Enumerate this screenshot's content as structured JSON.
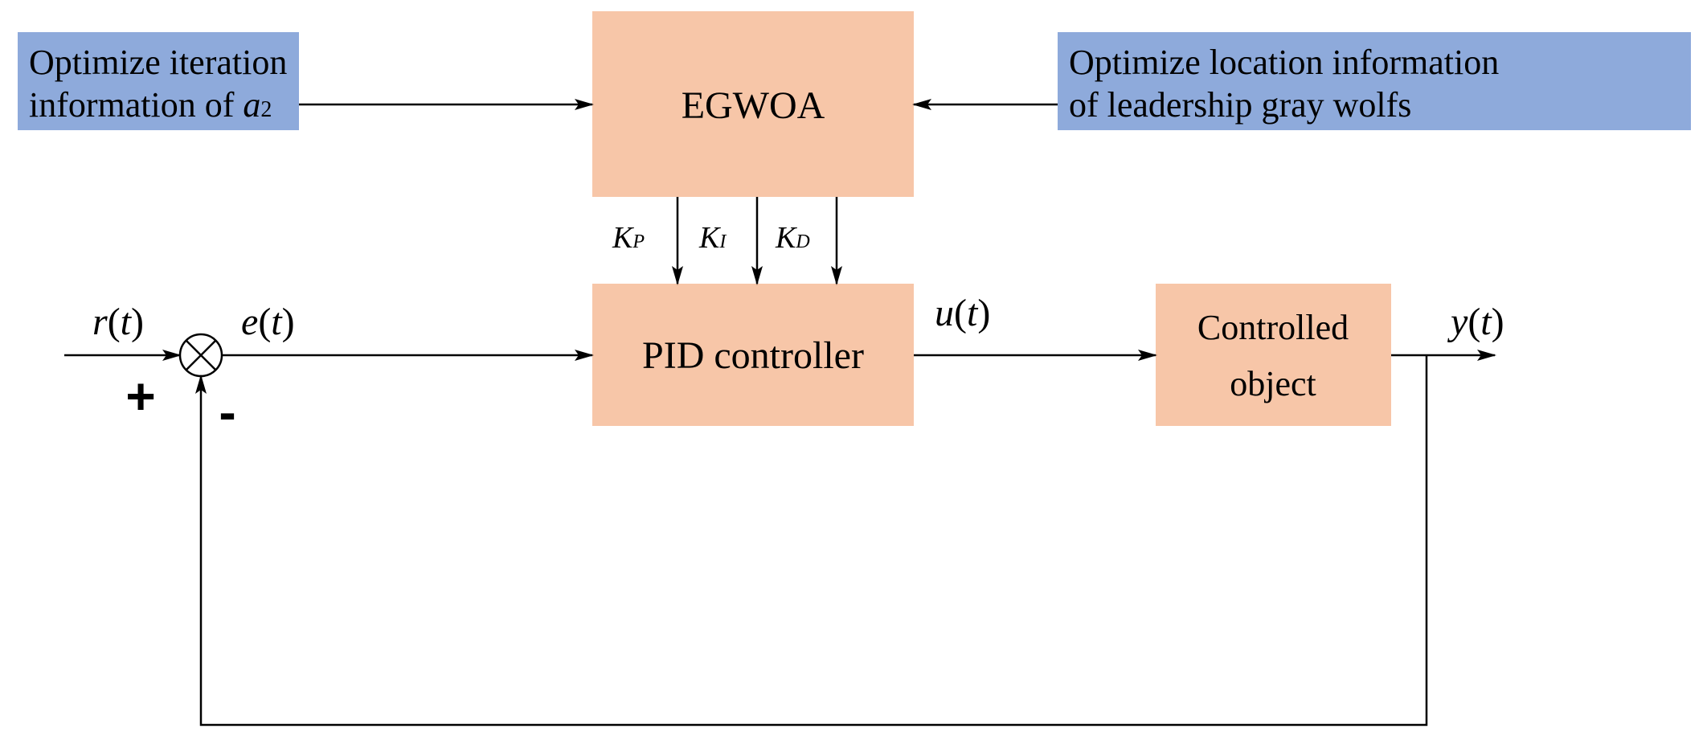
{
  "colors": {
    "opt_box": "#8eaadb",
    "block_box": "#f7c6a8",
    "line": "#000000"
  },
  "boxes": {
    "opt_iter": {
      "line1": "Optimize iteration",
      "line2_text": "information of ",
      "line2_var": "a",
      "line2_sub": "2"
    },
    "egwoa": {
      "label": "EGWOA"
    },
    "opt_loc": {
      "line1": "Optimize location information",
      "line2": "of leadership gray wolfs"
    },
    "pid": {
      "label": "PID controller"
    },
    "plant": {
      "line1": "Controlled",
      "line2": "object"
    }
  },
  "gains": {
    "kp": {
      "var": "K",
      "sub": "P"
    },
    "ki": {
      "var": "K",
      "sub": "I"
    },
    "kd": {
      "var": "K",
      "sub": "D"
    }
  },
  "signals": {
    "r": {
      "name": "r",
      "arg": "t"
    },
    "e": {
      "name": "e",
      "arg": "t"
    },
    "u": {
      "name": "u",
      "arg": "t"
    },
    "y": {
      "name": "y",
      "arg": "t"
    }
  },
  "summing_junction": {
    "plus": "+",
    "minus": "-"
  }
}
